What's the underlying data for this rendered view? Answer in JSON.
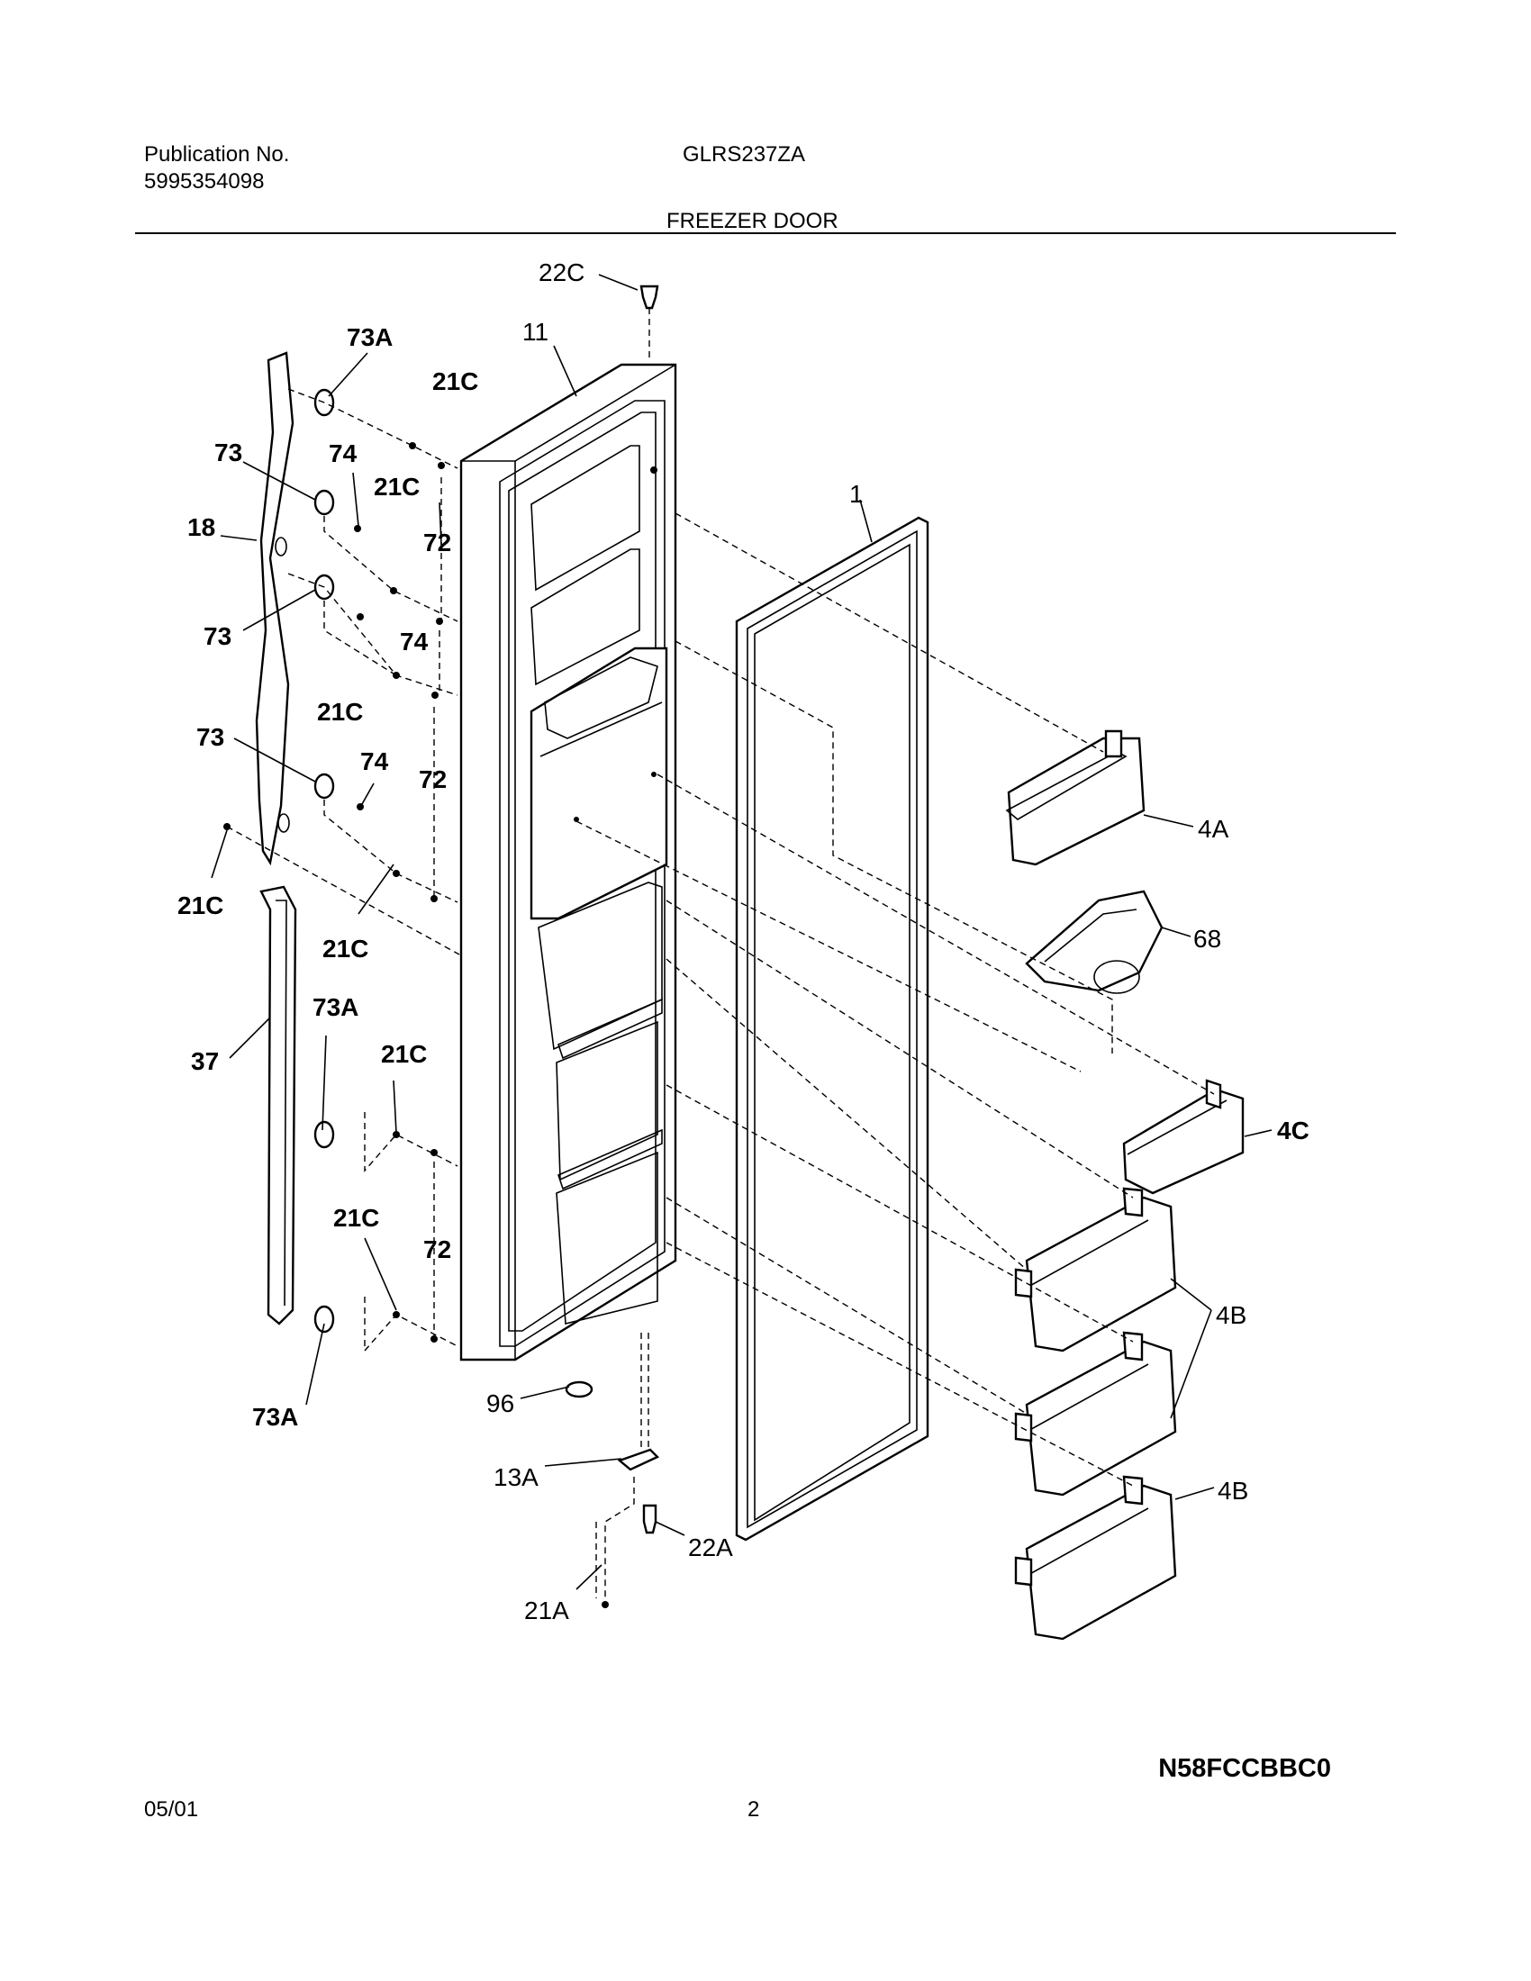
{
  "header": {
    "publication_label": "Publication No.",
    "publication_number": "5995354098",
    "model": "GLRS237ZA",
    "section_title": "FREEZER DOOR"
  },
  "callouts": {
    "c22C": "22C",
    "c11": "11",
    "c73A_top": "73A",
    "c21C_1": "21C",
    "c73_1": "73",
    "c74_1": "74",
    "c21C_2": "21C",
    "c18": "18",
    "c72_1": "72",
    "c73_2": "73",
    "c74_2": "74",
    "c21C_3": "21C",
    "c73_3": "73",
    "c74_3": "74",
    "c72_2": "72",
    "c21C_left": "21C",
    "c21C_4": "21C",
    "c73A_mid": "73A",
    "c37": "37",
    "c21C_5": "21C",
    "c21C_6": "21C",
    "c72_3": "72",
    "c73A_bot": "73A",
    "c96": "96",
    "c13A": "13A",
    "c22A": "22A",
    "c21A": "21A",
    "c1": "1",
    "c4A": "4A",
    "c68": "68",
    "c4C": "4C",
    "c4B_1": "4B",
    "c4B_2": "4B"
  },
  "footer": {
    "doc_code": "N58FCCBBC0",
    "date": "05/01",
    "page": "2"
  }
}
